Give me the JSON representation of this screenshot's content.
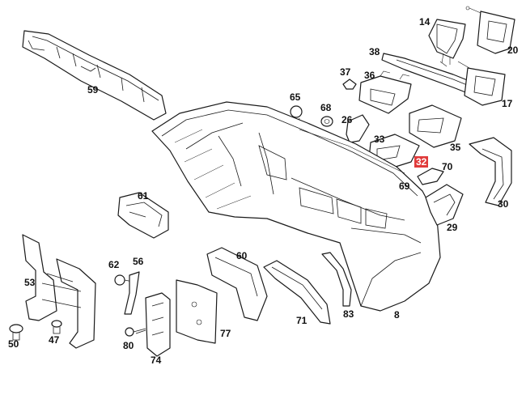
{
  "colors": {
    "line": "#1a1a1a",
    "background": "#ffffff",
    "highlight": "#e03a3a"
  },
  "labels": {
    "p14": "14",
    "p20": "20",
    "p38": "38",
    "p17": "17",
    "p37": "37",
    "p36": "36",
    "p59": "59",
    "p65": "65",
    "p68": "68",
    "p26": "26",
    "p33": "33",
    "p35": "35",
    "p32": "32",
    "p70": "70",
    "p69": "69",
    "p30": "30",
    "p29": "29",
    "p61": "61",
    "p53": "53",
    "p62": "62",
    "p56": "56",
    "p60": "60",
    "p8": "8",
    "p71": "71",
    "p83": "83",
    "p50": "50",
    "p47": "47",
    "p80": "80",
    "p74": "74",
    "p77": "77"
  },
  "highlighted_part": "32"
}
